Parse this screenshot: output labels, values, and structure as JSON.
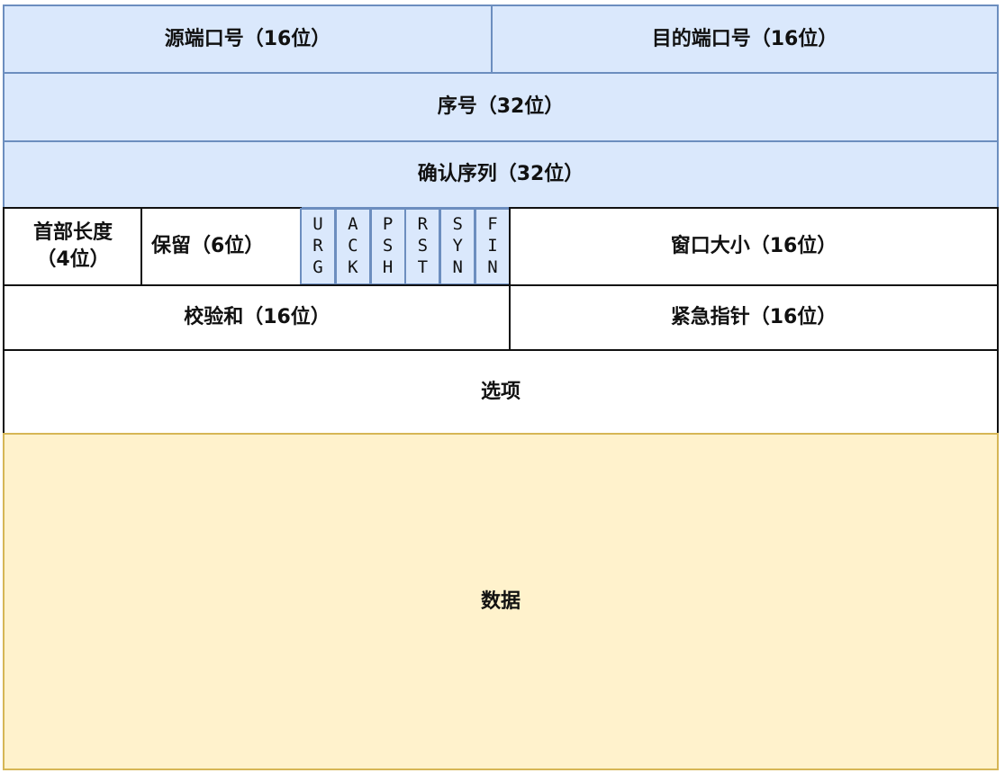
{
  "rows": {
    "source_port": "源端口号（16位）",
    "dest_port": "目的端口号（16位）",
    "sequence": "序号（32位）",
    "ack_sequence": "确认序列（32位）",
    "header_length": "首部长度\n（4位）",
    "reserved": "保留（6位）",
    "flags": [
      "U\nR\nG",
      "A\nC\nK",
      "P\nS\nH",
      "R\nS\nT",
      "S\nY\nN",
      "F\nI\nN"
    ],
    "window_size": "窗口大小（16位）",
    "checksum": "校验和（16位）",
    "urgent_pointer": "紧急指针（16位）",
    "options": "选项",
    "data": "数据"
  },
  "colors": {
    "blue_fill": "#dae8fc",
    "blue_stroke": "#6c8ebf",
    "yellow_fill": "#fff2cc",
    "yellow_stroke": "#d6b656"
  }
}
